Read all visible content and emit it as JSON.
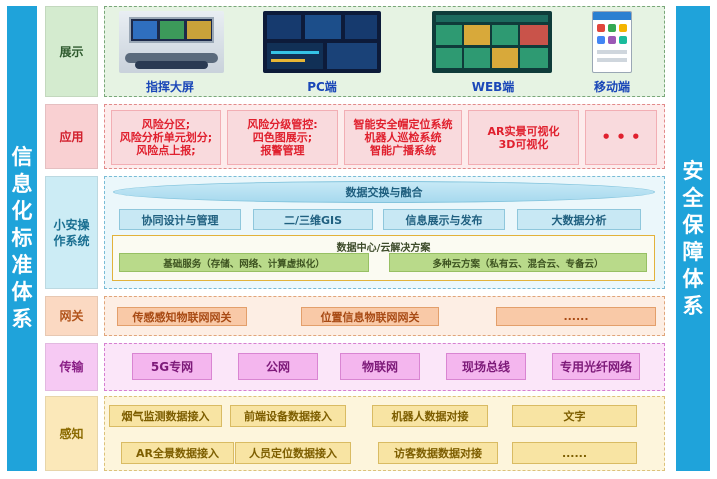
{
  "left_pillar": [
    "信",
    "息",
    "化",
    "标",
    "准",
    "体",
    "系"
  ],
  "right_pillar": [
    "安",
    "全",
    "保",
    "障",
    "体",
    "系"
  ],
  "layers": {
    "show": {
      "label": "展示",
      "items": [
        "指挥大屏",
        "PC端",
        "WEB端",
        "移动端"
      ]
    },
    "app": {
      "label": "应用",
      "boxes": [
        [
          "风险分区;",
          "风险分析单元划分;",
          "风险点上报;"
        ],
        [
          "风险分级管控:",
          "四色图展示;",
          "报警管理"
        ],
        [
          "智能安全帽定位系统",
          "机器人巡检系统",
          "智能广播系统"
        ],
        [
          "AR实景可视化",
          "3D可视化"
        ],
        [
          "• • •"
        ]
      ]
    },
    "os": {
      "label": "小安操作系统",
      "exchange": "数据交换与融合",
      "modules": [
        "协同设计与管理",
        "二/三维GIS",
        "信息展示与发布",
        "大数据分析"
      ],
      "datacenter_title": "数据中心/云解决方案",
      "datacenter_items": [
        "基础服务（存储、网络、计算虚拟化）",
        "多种云方案（私有云、混合云、专备云）"
      ]
    },
    "gateway": {
      "label": "网关",
      "items": [
        "传感感知物联网网关",
        "位置信息物联网网关",
        "......"
      ]
    },
    "transport": {
      "label": "传输",
      "items": [
        "5G专网",
        "公网",
        "物联网",
        "现场总线",
        "专用光纤网络"
      ]
    },
    "sense": {
      "label": "感知",
      "row1": [
        "烟气监测数据接入",
        "前端设备数据接入",
        "机器人数据对接",
        "文字"
      ],
      "row2": [
        "AR全景数据接入",
        "人员定位数据接入",
        "访客数据数据对接",
        "......"
      ]
    }
  },
  "colors": {
    "pillar": "#1fa3da",
    "show": "#d4ebcf",
    "app": "#f9d0d2",
    "os": "#ccecf5",
    "gateway": "#fbd9c2",
    "transport": "#f6c9f3",
    "sense": "#fbe8b9"
  }
}
